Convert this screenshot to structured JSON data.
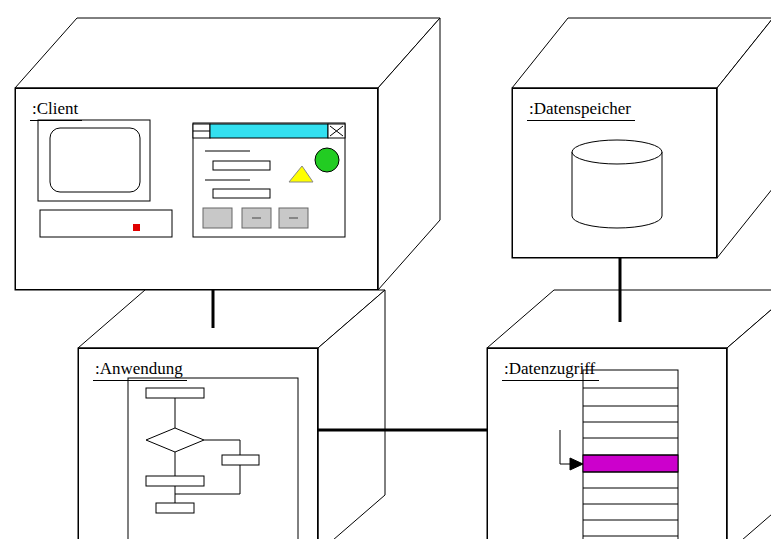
{
  "diagram": {
    "nodes": [
      {
        "text": [
          ":Client"
        ]
      },
      {
        "text": [
          ":Datenspeicher"
        ]
      },
      {
        "text": [
          ":Anwendung"
        ]
      },
      {
        "text": [
          ":Datenzugriff"
        ]
      }
    ],
    "edges": [
      {
        "from": 0,
        "to": 2,
        "arrow": "none"
      },
      {
        "from": 2,
        "to": 3,
        "arrow": "none"
      },
      {
        "from": 1,
        "to": 3,
        "arrow": "none"
      }
    ]
  }
}
